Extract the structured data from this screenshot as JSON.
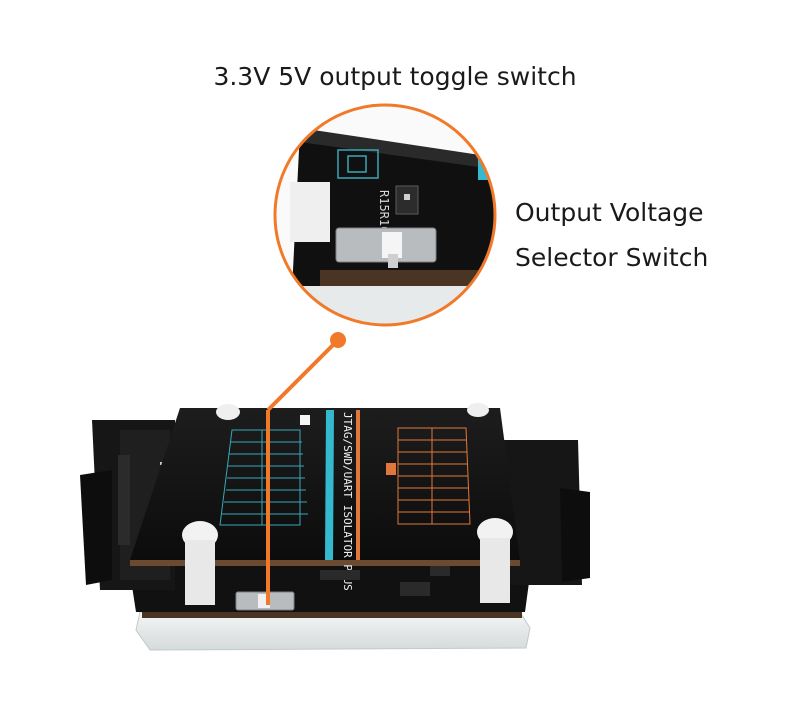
{
  "captions": {
    "top": "3.3V 5V output toggle switch",
    "right_line1": "Output Voltage",
    "right_line2": "Selector Switch"
  },
  "board": {
    "title_silk": "JTAG/SWD/UART ISOLATOR PLUS",
    "zoom_silk": "R15R16"
  },
  "colors": {
    "accent": "#f07a2a",
    "pcb": "#141414",
    "cyan": "#35b9cf",
    "silkscreen_left": "#3aa6b8",
    "silkscreen_right": "#e0783c",
    "acrylic": "#e9ecec"
  }
}
